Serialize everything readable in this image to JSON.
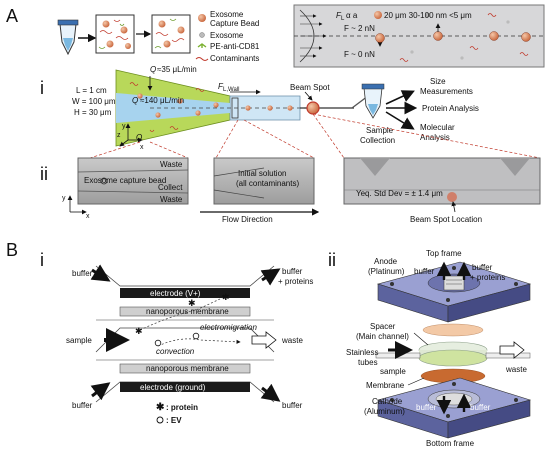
{
  "panel_a": {
    "label": "A",
    "legend": {
      "capture_bead": "Exosome",
      "capture_bead_2": "Capture Bead",
      "exosome": "Exosome",
      "antibody": "PE-anti-CD81",
      "contaminants": "Contaminants"
    },
    "force_box": {
      "formula": "F",
      "sub_l": "L",
      "alpha": "α a",
      "sizes": "20 μm  30-100 nm  <5 μm",
      "force_top": "F  ~ 2 nN",
      "force_bottom": "F  ~ 0 nN"
    },
    "sub_i": "i",
    "sub_ii": "ii",
    "channel": {
      "qp_top": "Q",
      "qp_top_val": "≈35 μL/min",
      "qo": "Q",
      "qo_val": "≈140 μL/min",
      "qp_bottom": "Q",
      "fl_wall": "F",
      "fl_wall_sub": "L,Wall",
      "beam_spot": "Beam Spot",
      "dims_L": "L = 1 cm",
      "dims_W": "W = 100 μm",
      "dims_H": "H = 30 μm",
      "axis_y": "y",
      "axis_z": "z",
      "axis_x": "x"
    },
    "outputs": {
      "sample_collection_1": "Sample",
      "sample_collection_2": "Collection",
      "size_1": "Size",
      "size_2": "Measurements",
      "protein": "Protein Analysis",
      "molecular_1": "Molecular",
      "molecular_2": "Analysis"
    },
    "micrographs": {
      "left_waste_top": "Waste",
      "left_label": "Exosome capture bead",
      "left_collect": "Collect",
      "left_waste_bottom": "Waste",
      "middle_1": "Initial solution",
      "middle_2": "(all contaminants)",
      "right_label": "Yeq. Std Dev = ± 1.4 μm",
      "flow_direction": "Flow Direction",
      "beam_spot_location": "Beam Spot Location"
    }
  },
  "panel_b": {
    "label": "B",
    "sub_i": "i",
    "sub_ii": "ii",
    "schematic": {
      "buffer_tl": "buffer",
      "buffer_tr_1": "buffer",
      "buffer_tr_2": "+ proteins",
      "electrode_top": "electrode (V+)",
      "membrane_top": "nanoporous membrane",
      "electromigration": "electromigration",
      "convection": "convection",
      "sample": "sample",
      "waste": "waste",
      "membrane_bottom": "nanoporous membrane",
      "electrode_bottom": "electrode (ground)",
      "buffer_bl": "buffer",
      "buffer_br": "buffer",
      "legend_protein": ": protein",
      "legend_ev": ": EV"
    },
    "device": {
      "top_frame": "Top frame",
      "anode_1": "Anode",
      "anode_2": "(Platinum)",
      "buffer_top": "buffer",
      "buffer_proteins_1": "buffer",
      "buffer_proteins_2": "+ proteins",
      "spacer_1": "Spacer",
      "spacer_2": "(Main channel)",
      "stainless_1": "Stainless",
      "stainless_2": "tubes",
      "sample": "sample",
      "waste": "waste",
      "membrane": "Membrane",
      "cathode_1": "Cathode",
      "cathode_2": "(Aluminum)",
      "buffer_bl": "buffer",
      "buffer_br": "buffer",
      "bottom_frame": "Bottom frame"
    }
  }
}
